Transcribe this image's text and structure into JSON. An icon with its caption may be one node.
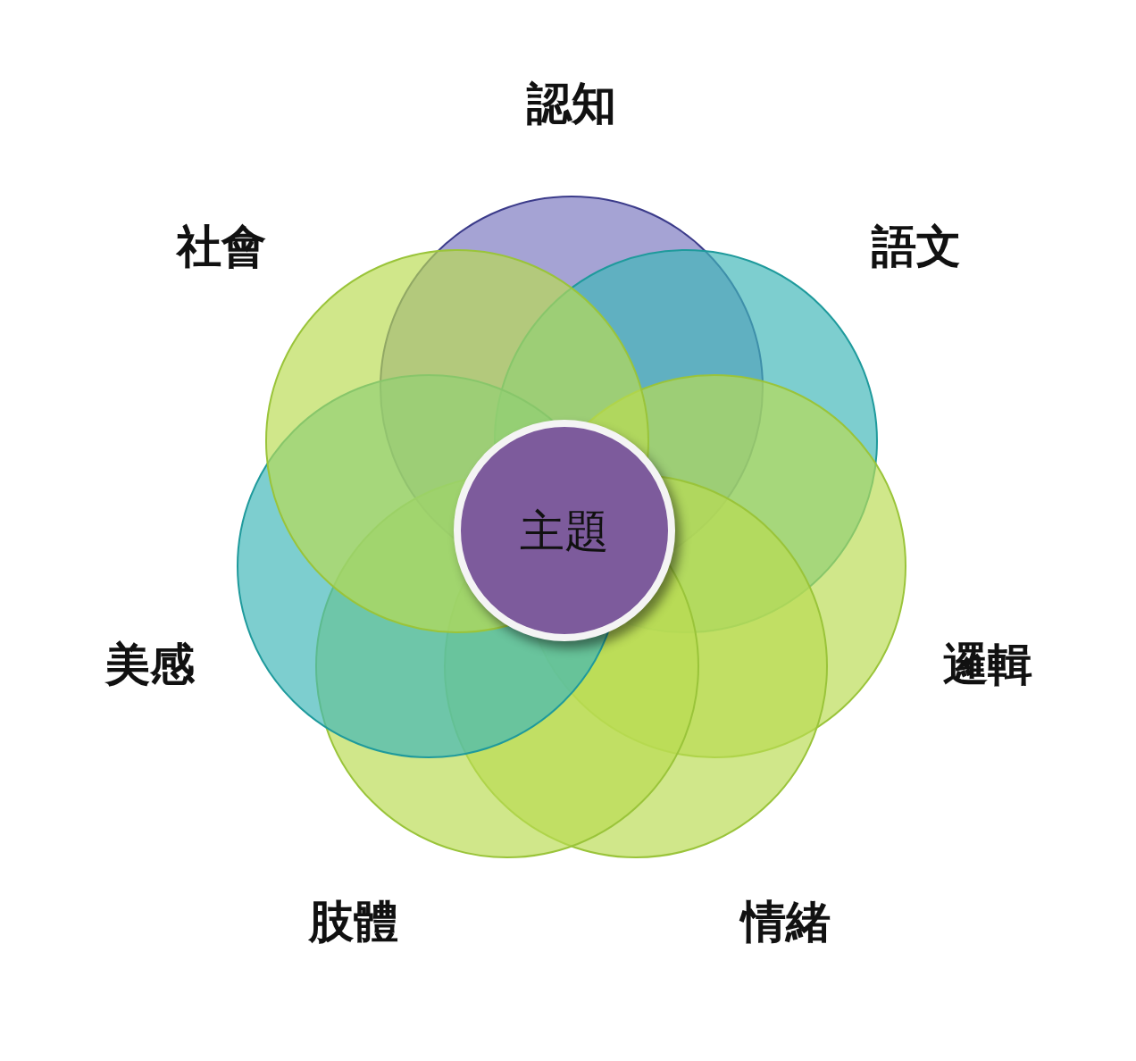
{
  "diagram": {
    "nodes": [
      {
        "text": [
          "認知"
        ]
      },
      {
        "text": [
          "語文"
        ]
      },
      {
        "text": [
          "邏輯"
        ]
      },
      {
        "text": [
          "情緒"
        ]
      },
      {
        "text": [
          "肢體"
        ]
      },
      {
        "text": [
          "美感"
        ]
      },
      {
        "text": [
          "社會"
        ]
      },
      {
        "text": [
          "主題"
        ]
      }
    ]
  }
}
